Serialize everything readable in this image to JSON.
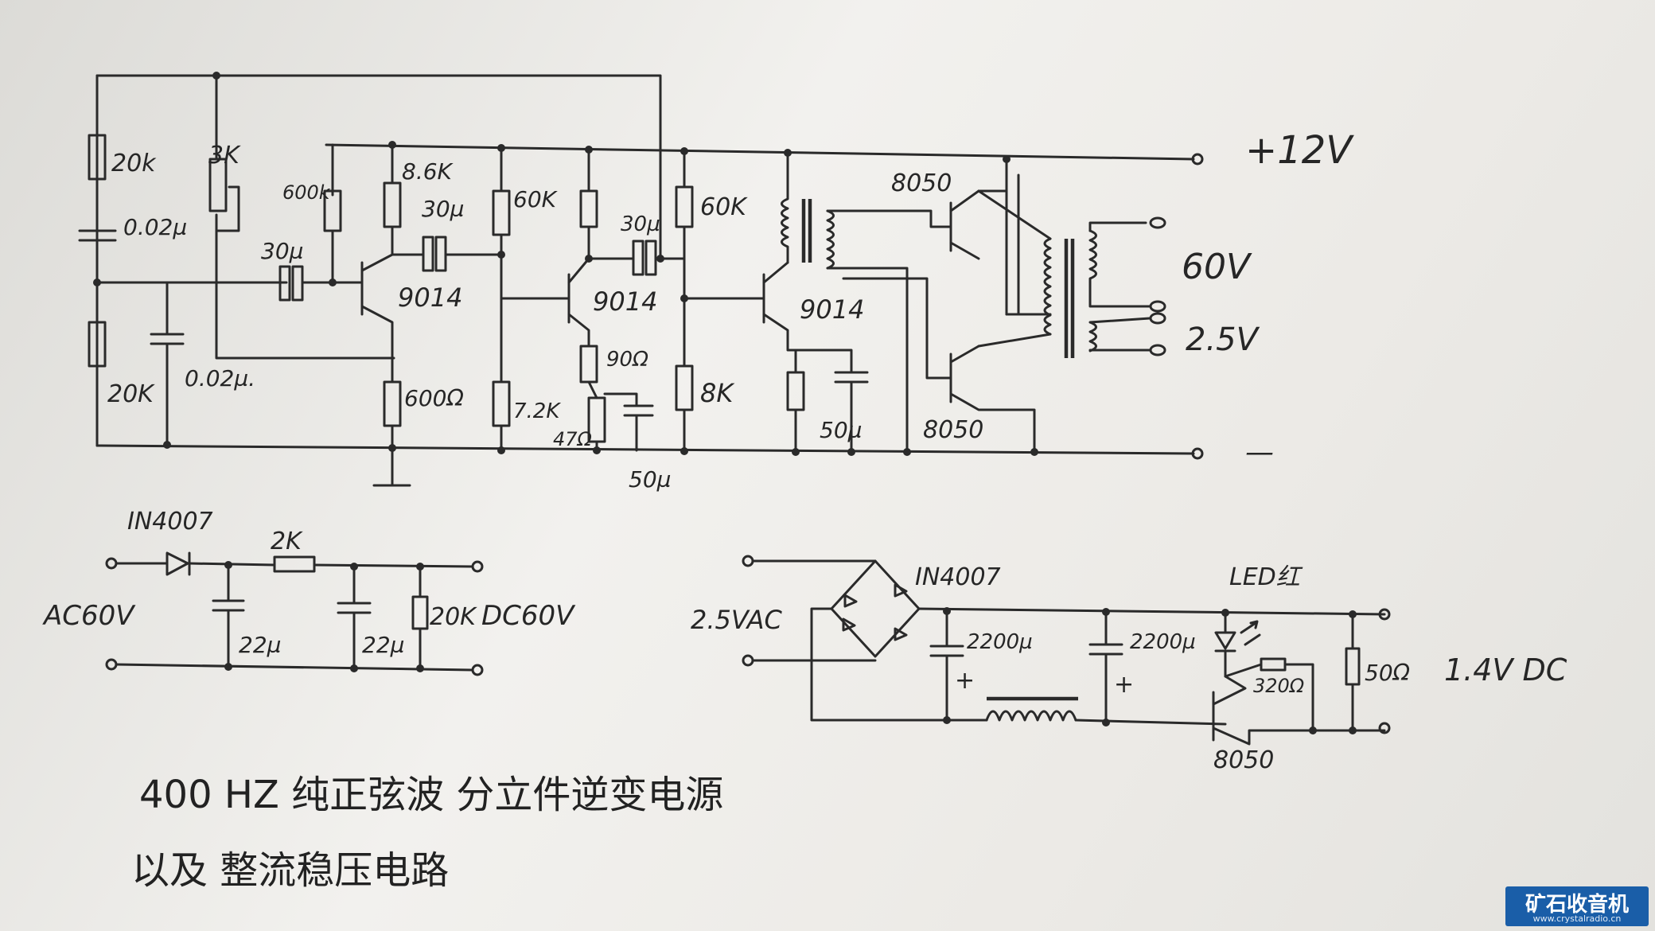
{
  "inverter": {
    "labels": {
      "r_20k_top": "20k",
      "c_002_top": "0.02µ",
      "pot_3k": "3K",
      "c_30u_in": "30µ",
      "r_600k": "600k",
      "r_86k": "8.6K",
      "c_30u_2": "30µ",
      "q1": "9014",
      "r_20k_bot": "20K",
      "c_002_bot": "0.02µ.",
      "r_600ohm": "600Ω",
      "r_60k_a": "60K",
      "c_30u_3": "30µ",
      "q2": "9014",
      "r_90ohm": "90Ω",
      "r_72k": "7.2K",
      "r_47ohm": "47Ω",
      "c_50u_a": "50µ",
      "r_60k_b": "60K",
      "r_8k": "8K",
      "q3": "9014",
      "c_50u_b": "50µ",
      "q4": "8050",
      "q5": "8050",
      "out_60v": "60V",
      "out_25v": "2.5V",
      "vplus": "+12V",
      "vminus": "—"
    }
  },
  "psu60": {
    "labels": {
      "diode": "IN4007",
      "r_2k": "2K",
      "ac_in": "AC60V",
      "c1": "22µ",
      "c2": "22µ",
      "r_20k": "20K",
      "dc_out": "DC60V"
    }
  },
  "psu14": {
    "labels": {
      "ac_in": "2.5VAC",
      "bridge": "IN4007",
      "c1": "2200µ",
      "c2": "2200µ",
      "plus1": "+",
      "plus2": "+",
      "led": "LED红",
      "r_320": "320Ω",
      "r_50": "50Ω",
      "dc_out": "1.4V DC",
      "q": "8050"
    }
  },
  "title": {
    "line1": "400 HZ 纯正弦波 分立件逆变电源",
    "line2": "以及 整流稳压电路"
  },
  "watermark": {
    "name": "矿石收音机",
    "url": "www.crystalradio.cn",
    "color": "#1a5ea8"
  }
}
